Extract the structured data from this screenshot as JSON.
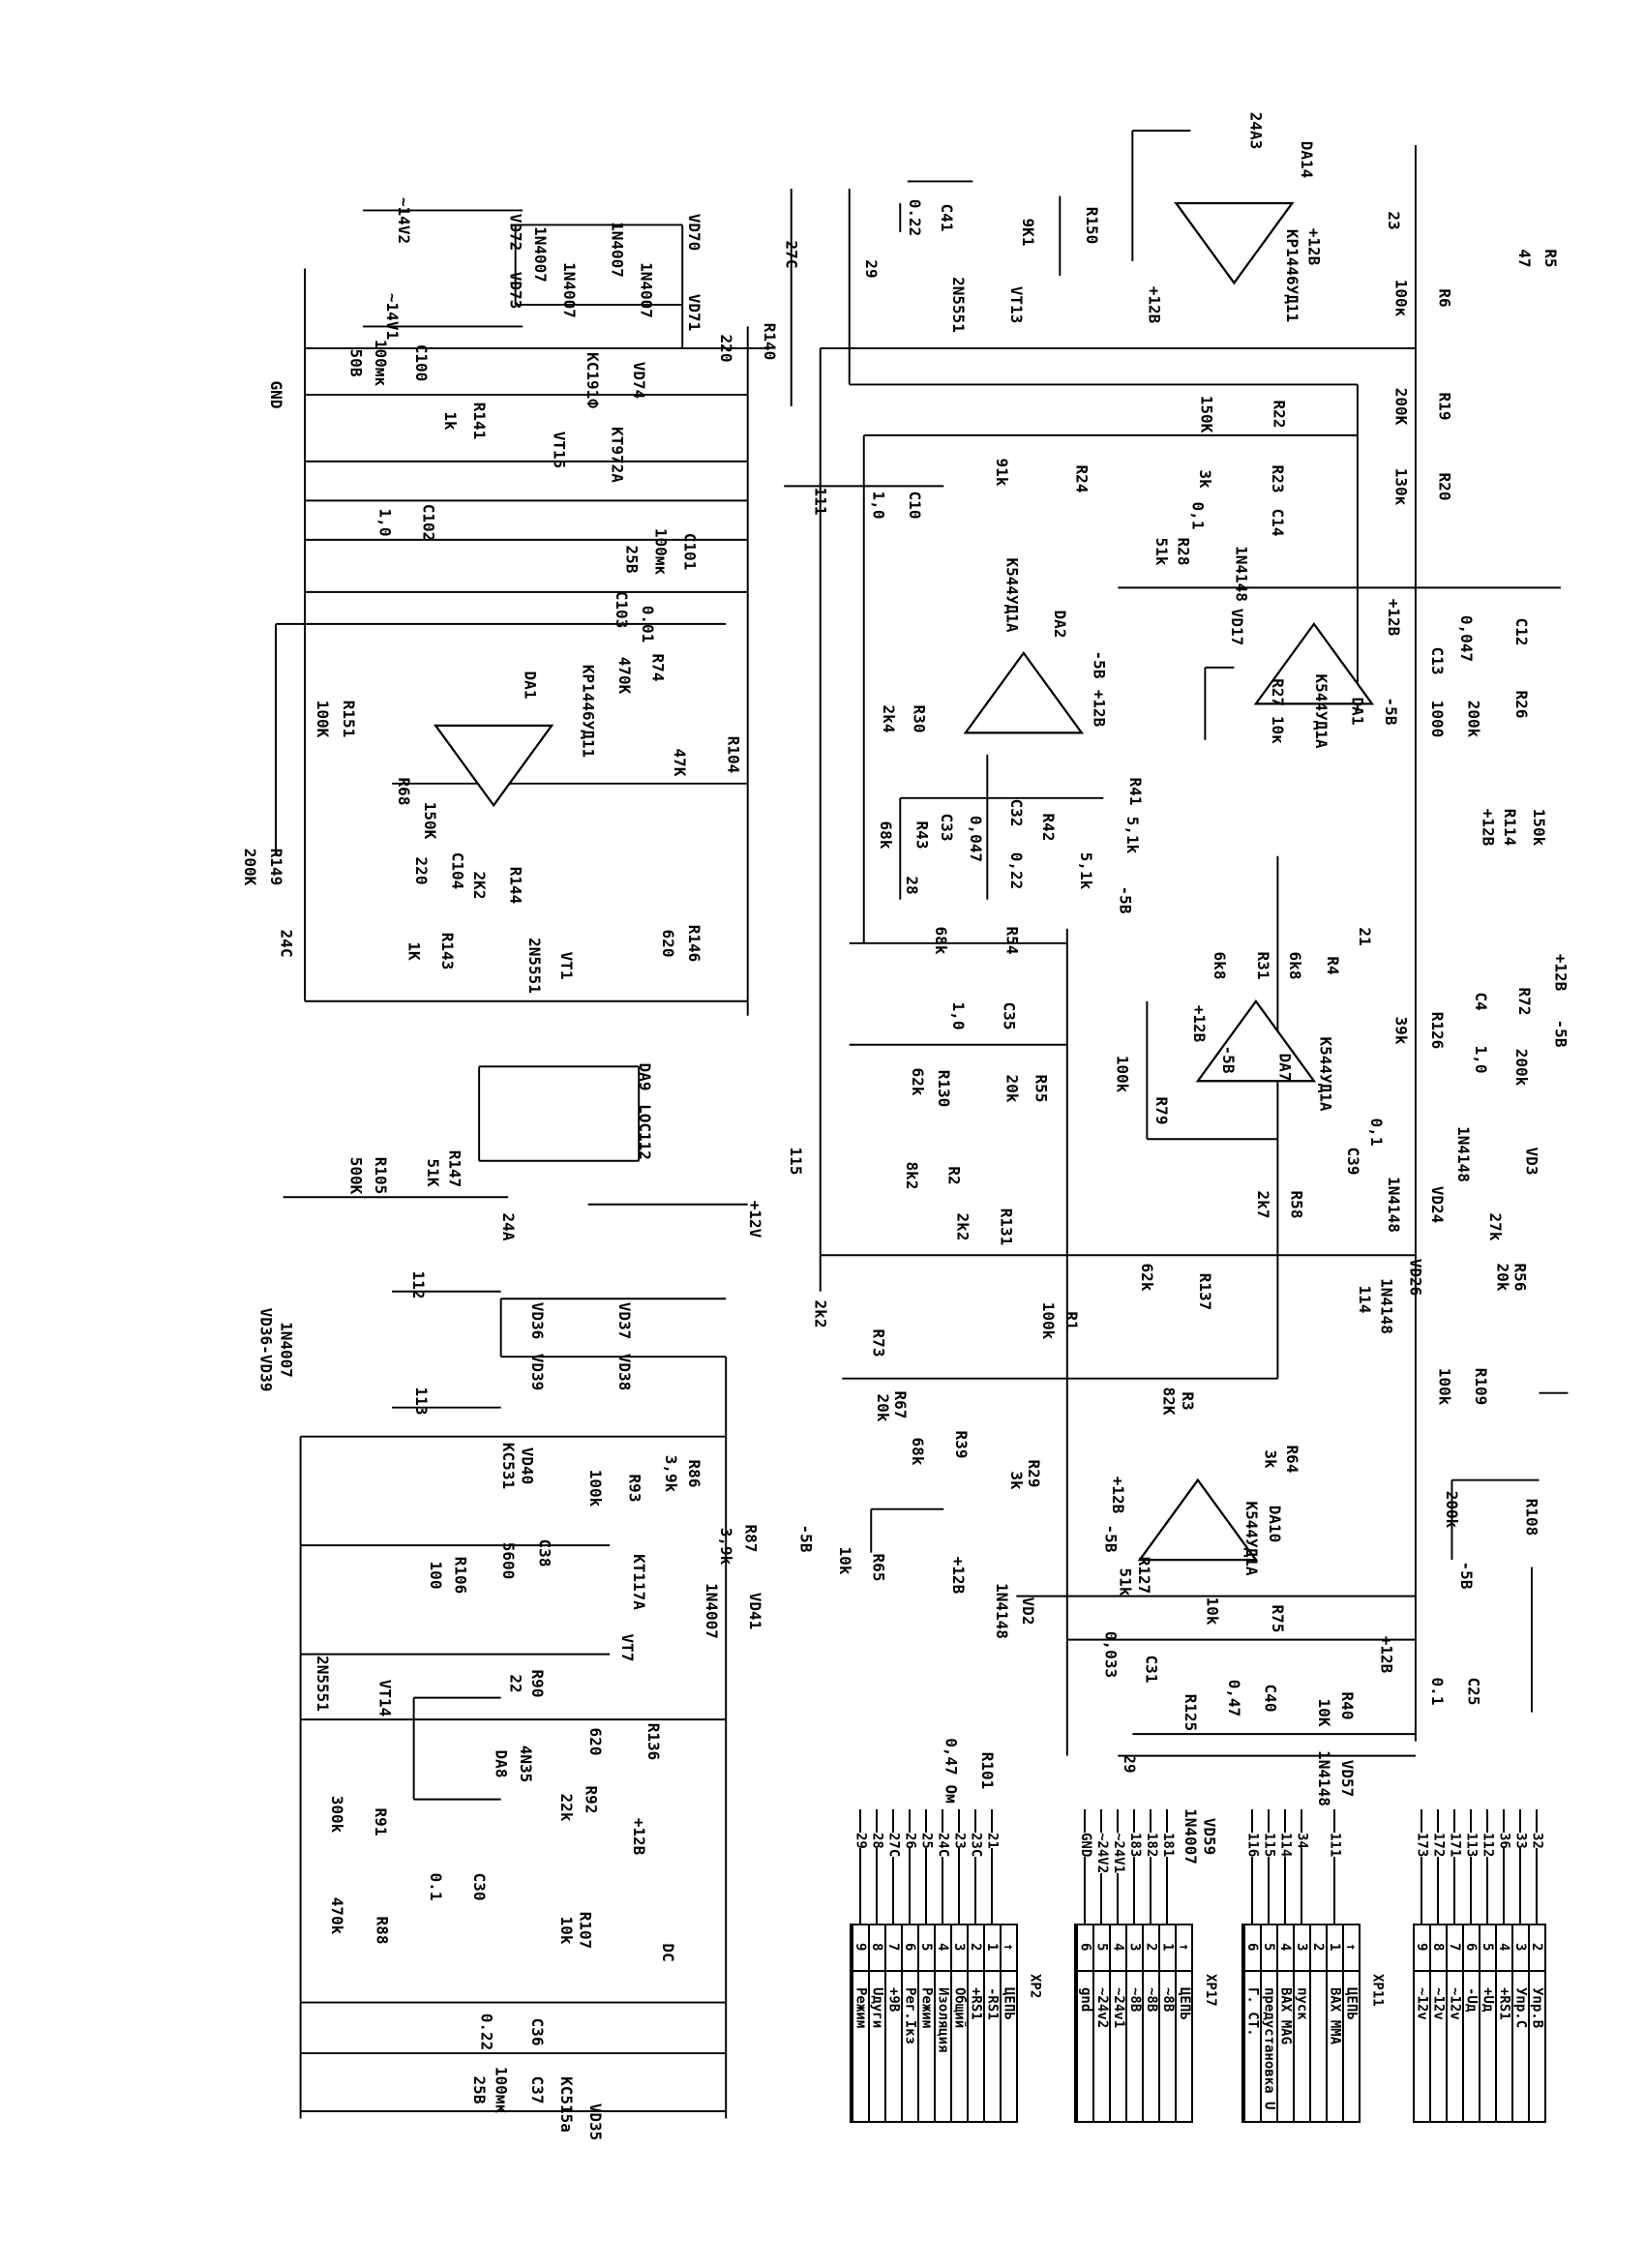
{
  "labels": [
    "~14V2",
    "VD72",
    "1N4007",
    "1N4007",
    "VD70",
    "VD73",
    "1N4007",
    "1N4007",
    "VD71",
    "~14V1",
    "27C",
    "R140",
    "220",
    "C100",
    "100мк",
    "50В",
    "GND",
    "KC191Ф",
    "VD74",
    "R141",
    "1k",
    "VT15",
    "KT972A",
    "C102",
    "1,0",
    "C101",
    "100мк",
    "25В",
    "C103",
    "0.01",
    "R74",
    "470K",
    "DA1",
    "KP1446УД11",
    "R151",
    "100K",
    "R104",
    "47K",
    "R68",
    "150K",
    "C104",
    "220",
    "2K2",
    "R144",
    "R149",
    "200K",
    "24C",
    "R143",
    "1K",
    "VT1",
    "2N5551",
    "R146",
    "620",
    "DA9",
    "LOC112",
    "R105",
    "500K",
    "R147",
    "51K",
    "24A",
    "+12V",
    "112",
    "VD36",
    "VD37",
    "VD39",
    "VD38",
    "VD36-VD39",
    "1N4007",
    "113",
    "KC531",
    "VD40",
    "R93",
    "100k",
    "R86",
    "3,9k",
    "C38",
    "5600",
    "R87",
    "3,9k",
    "1N4007",
    "VD41",
    "R106",
    "100",
    "KT117A",
    "VT7",
    "2N5551",
    "VT14",
    "R90",
    "22",
    "DA8",
    "4N35",
    "620",
    "R136",
    "R91",
    "300k",
    "R92",
    "22k",
    "+12B",
    "C30",
    "0.1",
    "R88",
    "470k",
    "R107",
    "10k",
    "DC",
    "C36",
    "0.22",
    "C37",
    "100мк",
    "25В",
    "KC515a",
    "VD35",
    "C41",
    "0.22",
    "9K1",
    "R150",
    "2N5551",
    "VT13",
    "+12B",
    "29",
    "24A3",
    "DA14",
    "KP1446УД11",
    "+12B",
    "150K",
    "R22",
    "91k",
    "R24",
    "111",
    "C10",
    "1,0",
    "3k",
    "R23",
    "0,1",
    "C14",
    "51k",
    "R28",
    "1N4148",
    "VD17",
    "K544УД1А",
    "DA2",
    "-5B",
    "+12B",
    "R30",
    "2k4",
    "R27 10к",
    "K544УД1А",
    "DA1",
    "+12B",
    "-5B",
    "C12",
    "0,047",
    "C13",
    "1000",
    "R26",
    "200k",
    "23",
    "R5",
    "47",
    "R6",
    "100к",
    "R19",
    "200K",
    "R20",
    "130к",
    "R43",
    "68k",
    "C33",
    "0,047",
    "C32",
    "0,22",
    "R42",
    "5,1k",
    "R41",
    "5,1k",
    "-5B",
    "28",
    "R114",
    "150k",
    "+12B",
    "68k",
    "R54",
    "R31",
    "6k8",
    "R4",
    "6k8",
    "21",
    "C35",
    "1,0",
    "R130",
    "62k",
    "R55",
    "20k",
    "K544УД1А",
    "DA7",
    "+12B",
    "-5B",
    "100k",
    "R79",
    "R126",
    "39k",
    "C4",
    "1,0",
    "R72",
    "200k",
    "+12B",
    "-5B",
    "C39",
    "0,1",
    "VD24",
    "1N4148",
    "1N4148",
    "VD3",
    "115",
    "8k2",
    "R2",
    "2k2",
    "R131",
    "R58",
    "2k7",
    "27k",
    "R56",
    "20k",
    "62k",
    "R137",
    "114",
    "1N4148",
    "VD26",
    "2k2",
    "R73",
    "100k",
    "R1",
    "20k",
    "R67",
    "82K",
    "R3",
    "R109",
    "100k",
    "68k",
    "R39",
    "3k",
    "R29",
    "R64",
    "3k",
    "DA10",
    "K544УД1А",
    "+12B",
    "-5B",
    "R127",
    "51k",
    "R108",
    "200k",
    "-5B",
    "-5B",
    "10k",
    "R65",
    "+12B",
    "1N4148",
    "VD2",
    "0,033",
    "C31",
    "10k",
    "R75",
    "C40",
    "0,47",
    "R40",
    "10K",
    "+12B",
    "C25",
    "0.1",
    "R125",
    "29",
    "VD57",
    "1N4148",
    "VD59",
    "1N4007",
    "R101",
    "0,47 Ом"
  ],
  "connectors": [
    {
      "name": "XP2",
      "header": "ЦЕПЬ",
      "pins": [
        {
          "pin": "1",
          "signal": "-RS1",
          "wire": "21"
        },
        {
          "pin": "2",
          "signal": "+RS1",
          "wire": "23C"
        },
        {
          "pin": "3",
          "signal": "Общий",
          "wire": "23"
        },
        {
          "pin": "4",
          "signal": "Изоляция",
          "wire": "24C"
        },
        {
          "pin": "5",
          "signal": "Режим",
          "wire": "25"
        },
        {
          "pin": "6",
          "signal": "Рег.Iкз",
          "wire": "26"
        },
        {
          "pin": "7",
          "signal": "+9В",
          "wire": "27C"
        },
        {
          "pin": "8",
          "signal": "Uдуги",
          "wire": "28"
        },
        {
          "pin": "9",
          "signal": "Режим",
          "wire": "29"
        }
      ]
    },
    {
      "name": "XP17",
      "header": "ЦЕПЬ",
      "pins": [
        {
          "pin": "1",
          "signal": "~8В",
          "wire": "181"
        },
        {
          "pin": "2",
          "signal": "~8В",
          "wire": "182"
        },
        {
          "pin": "3",
          "signal": "~8В",
          "wire": "183"
        },
        {
          "pin": "4",
          "signal": "~24v1",
          "wire": "~24V1"
        },
        {
          "pin": "5",
          "signal": "~24v2",
          "wire": "~24V2"
        },
        {
          "pin": "6",
          "signal": "gnd",
          "wire": "GND"
        }
      ]
    },
    {
      "name": "XP11",
      "header": "ЦЕПЬ",
      "pins": [
        {
          "pin": "1",
          "signal": "ВАХ ММА",
          "wire": "111"
        },
        {
          "pin": "2",
          "signal": "",
          "wire": ""
        },
        {
          "pin": "3",
          "signal": "пуск",
          "wire": "34"
        },
        {
          "pin": "4",
          "signal": "ВАХ MAG",
          "wire": "114"
        },
        {
          "pin": "5",
          "signal": "предустановка U",
          "wire": "115"
        },
        {
          "pin": "6",
          "signal": "Г. СТ.",
          "wire": "116"
        }
      ]
    },
    {
      "name": "",
      "header": "",
      "pins": [
        {
          "pin": "2",
          "signal": "Упр.В",
          "wire": "32"
        },
        {
          "pin": "3",
          "signal": "Упр.С",
          "wire": "33"
        },
        {
          "pin": "4",
          "signal": "+RS1",
          "wire": "36"
        },
        {
          "pin": "5",
          "signal": "+Uд",
          "wire": "112"
        },
        {
          "pin": "6",
          "signal": "-Uд",
          "wire": "113"
        },
        {
          "pin": "7",
          "signal": "~12v",
          "wire": "171"
        },
        {
          "pin": "8",
          "signal": "~12v",
          "wire": "172"
        },
        {
          "pin": "9",
          "signal": "~12v",
          "wire": "173"
        }
      ]
    }
  ]
}
